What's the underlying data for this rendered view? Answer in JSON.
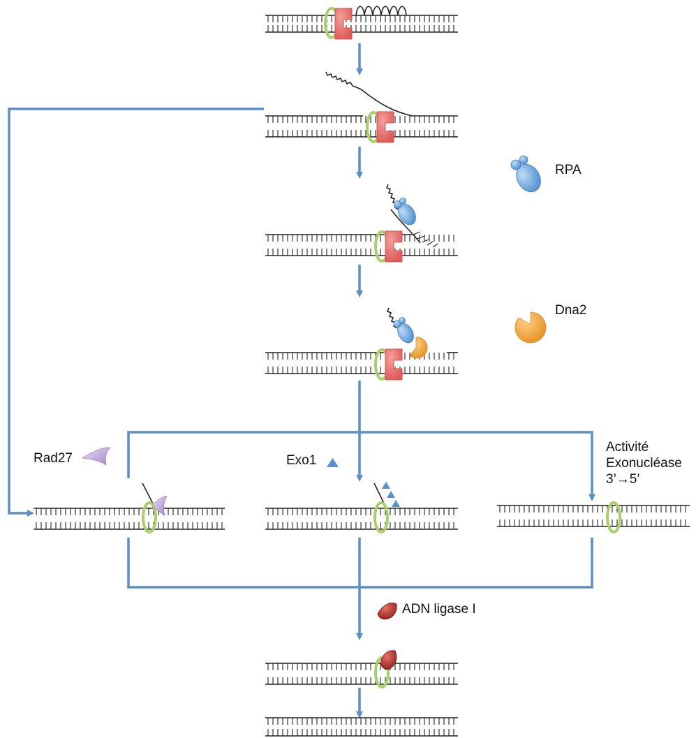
{
  "labels": {
    "rpa": "RPA",
    "dna2": "Dna2",
    "rad27": "Rad27",
    "exo1": "Exo1",
    "exonuclease_line1": "Activité",
    "exonuclease_line2": "Exonucléase",
    "exonuclease_line3": "3’→5’",
    "ligase": "ADN ligase I"
  },
  "colors": {
    "flow_arrow": "#5b8ec4",
    "dna": "#222222",
    "polymerase": "#e8706f",
    "pcna_ring": "#a9cf6b",
    "rpa": "#6ea7dc",
    "dna2": "#f3a640",
    "rad27": "#b8a3cf",
    "exo1": "#5b8ed0",
    "ligase": "#b8312c"
  },
  "icons": [
    "polymerase-icon",
    "pcna-ring-icon",
    "rpa-icon",
    "dna2-icon",
    "rad27-icon",
    "exo1-icon",
    "ligase-icon"
  ]
}
